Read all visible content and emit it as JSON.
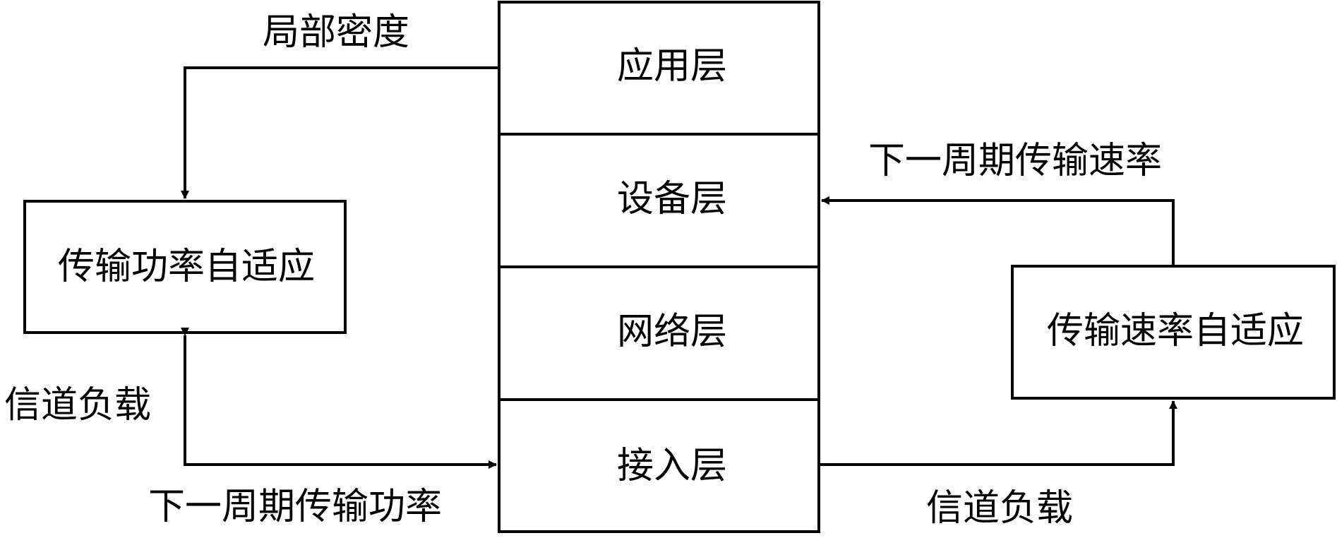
{
  "stack": {
    "layers": [
      "应用层",
      "设备层",
      "网络层",
      "接入层"
    ]
  },
  "boxes": {
    "power_adaptive": "传输功率自适应",
    "rate_adaptive": "传输速率自适应"
  },
  "arrows": {
    "local_density": "局部密度",
    "channel_load_left": "信道负载",
    "next_period_power": "下一周期传输功率",
    "next_period_rate": "下一周期传输速率",
    "channel_load_right": "信道负载"
  },
  "colors": {
    "line": "#000000",
    "background": "#ffffff",
    "text": "#000000"
  }
}
